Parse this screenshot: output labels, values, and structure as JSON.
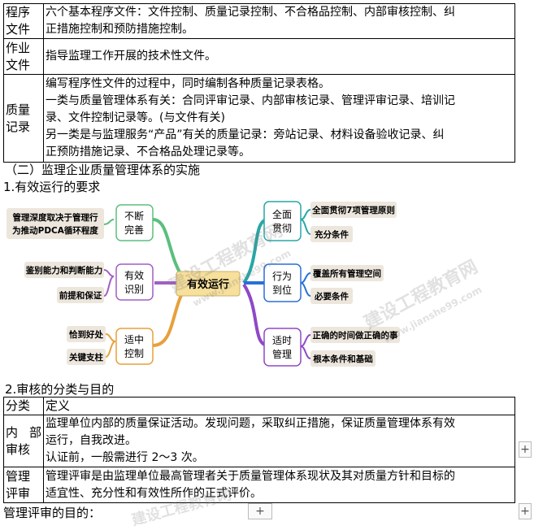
{
  "table1": [
    {
      "label": "程序文件",
      "lines": [
        "六个基本程序文件：文件控制、质量记录控制、不合格品控制、内部审核控制、纠",
        "正措施控制和预防措施控制。"
      ]
    },
    {
      "label": "作业文件",
      "lines": [
        "指导监理工作开展的技术性文件。"
      ]
    },
    {
      "label": "质量记录",
      "lines": [
        "编写程序性文件的过程中，同时编制各种质量记录表格。",
        "一类与质量管理体系有关：合同评审记录、内部审核记录、管理评审记录、培训记",
        "录、文件控制记录等。(与文件有关)",
        "另一类是与监理服务“产品”有关的质量记录：旁站记录、材料设备验收记录、纠",
        "正预防措施记录、不合格品处理记录等。"
      ]
    }
  ],
  "section_title": "（二）监理企业质量管理体系的实施",
  "sub1": "1.有效运行的要求",
  "mindmap": {
    "center": "有效运行",
    "left": [
      {
        "node": "不断完善",
        "leaves": [
          "管理深度取决于管理行为推动PDCA循环程度"
        ]
      },
      {
        "node": "有效识别",
        "leaves": [
          "鉴别能力和判断能力",
          "前提和保证"
        ]
      },
      {
        "node": "适中控制",
        "leaves": [
          "恰到好处",
          "关键支柱"
        ]
      }
    ],
    "right": [
      {
        "node": "全面贯彻",
        "leaves": [
          "全面贯彻7项管理原则",
          "充分条件"
        ]
      },
      {
        "node": "行为到位",
        "leaves": [
          "覆盖所有管理空间",
          "必要条件"
        ]
      },
      {
        "node": "适时管理",
        "leaves": [
          "正确的时间做正确的事",
          "根本条件和基础"
        ]
      }
    ]
  },
  "watermark": {
    "cn": "建设工程教育网",
    "url": "www.jianshe99.com"
  },
  "sub2": "2.审核的分类与目的",
  "table2": {
    "header": [
      "分类",
      "定义"
    ],
    "rows": [
      {
        "label": "内部审核",
        "lines": [
          "监理单位内部的质量保证活动。发现问题，采取纠正措施，保证质量管理体系有效",
          "运行，自我改进。",
          "认证前，一般需进行 2～3 次。"
        ]
      },
      {
        "label": "管理评审",
        "lines": [
          "管理评审是由监理单位最高管理者关于质量管理体系现状及其对质量方针和目标的",
          "适宜性、充分性和有效性所作的正式评价。"
        ]
      }
    ]
  },
  "bottom_line": "管理评审的目的：",
  "plus_symbol": "+",
  "colors": {
    "center_bg": "#f7df9c",
    "node_bg": "#ffffff",
    "leaf_bg": "#ece6dd",
    "green": "#5cbf7d",
    "purple": "#a25fc3",
    "orange": "#e7a03c",
    "teal": "#2aa6a6",
    "blue": "#2b6fd8",
    "violet": "#8f48c7"
  }
}
